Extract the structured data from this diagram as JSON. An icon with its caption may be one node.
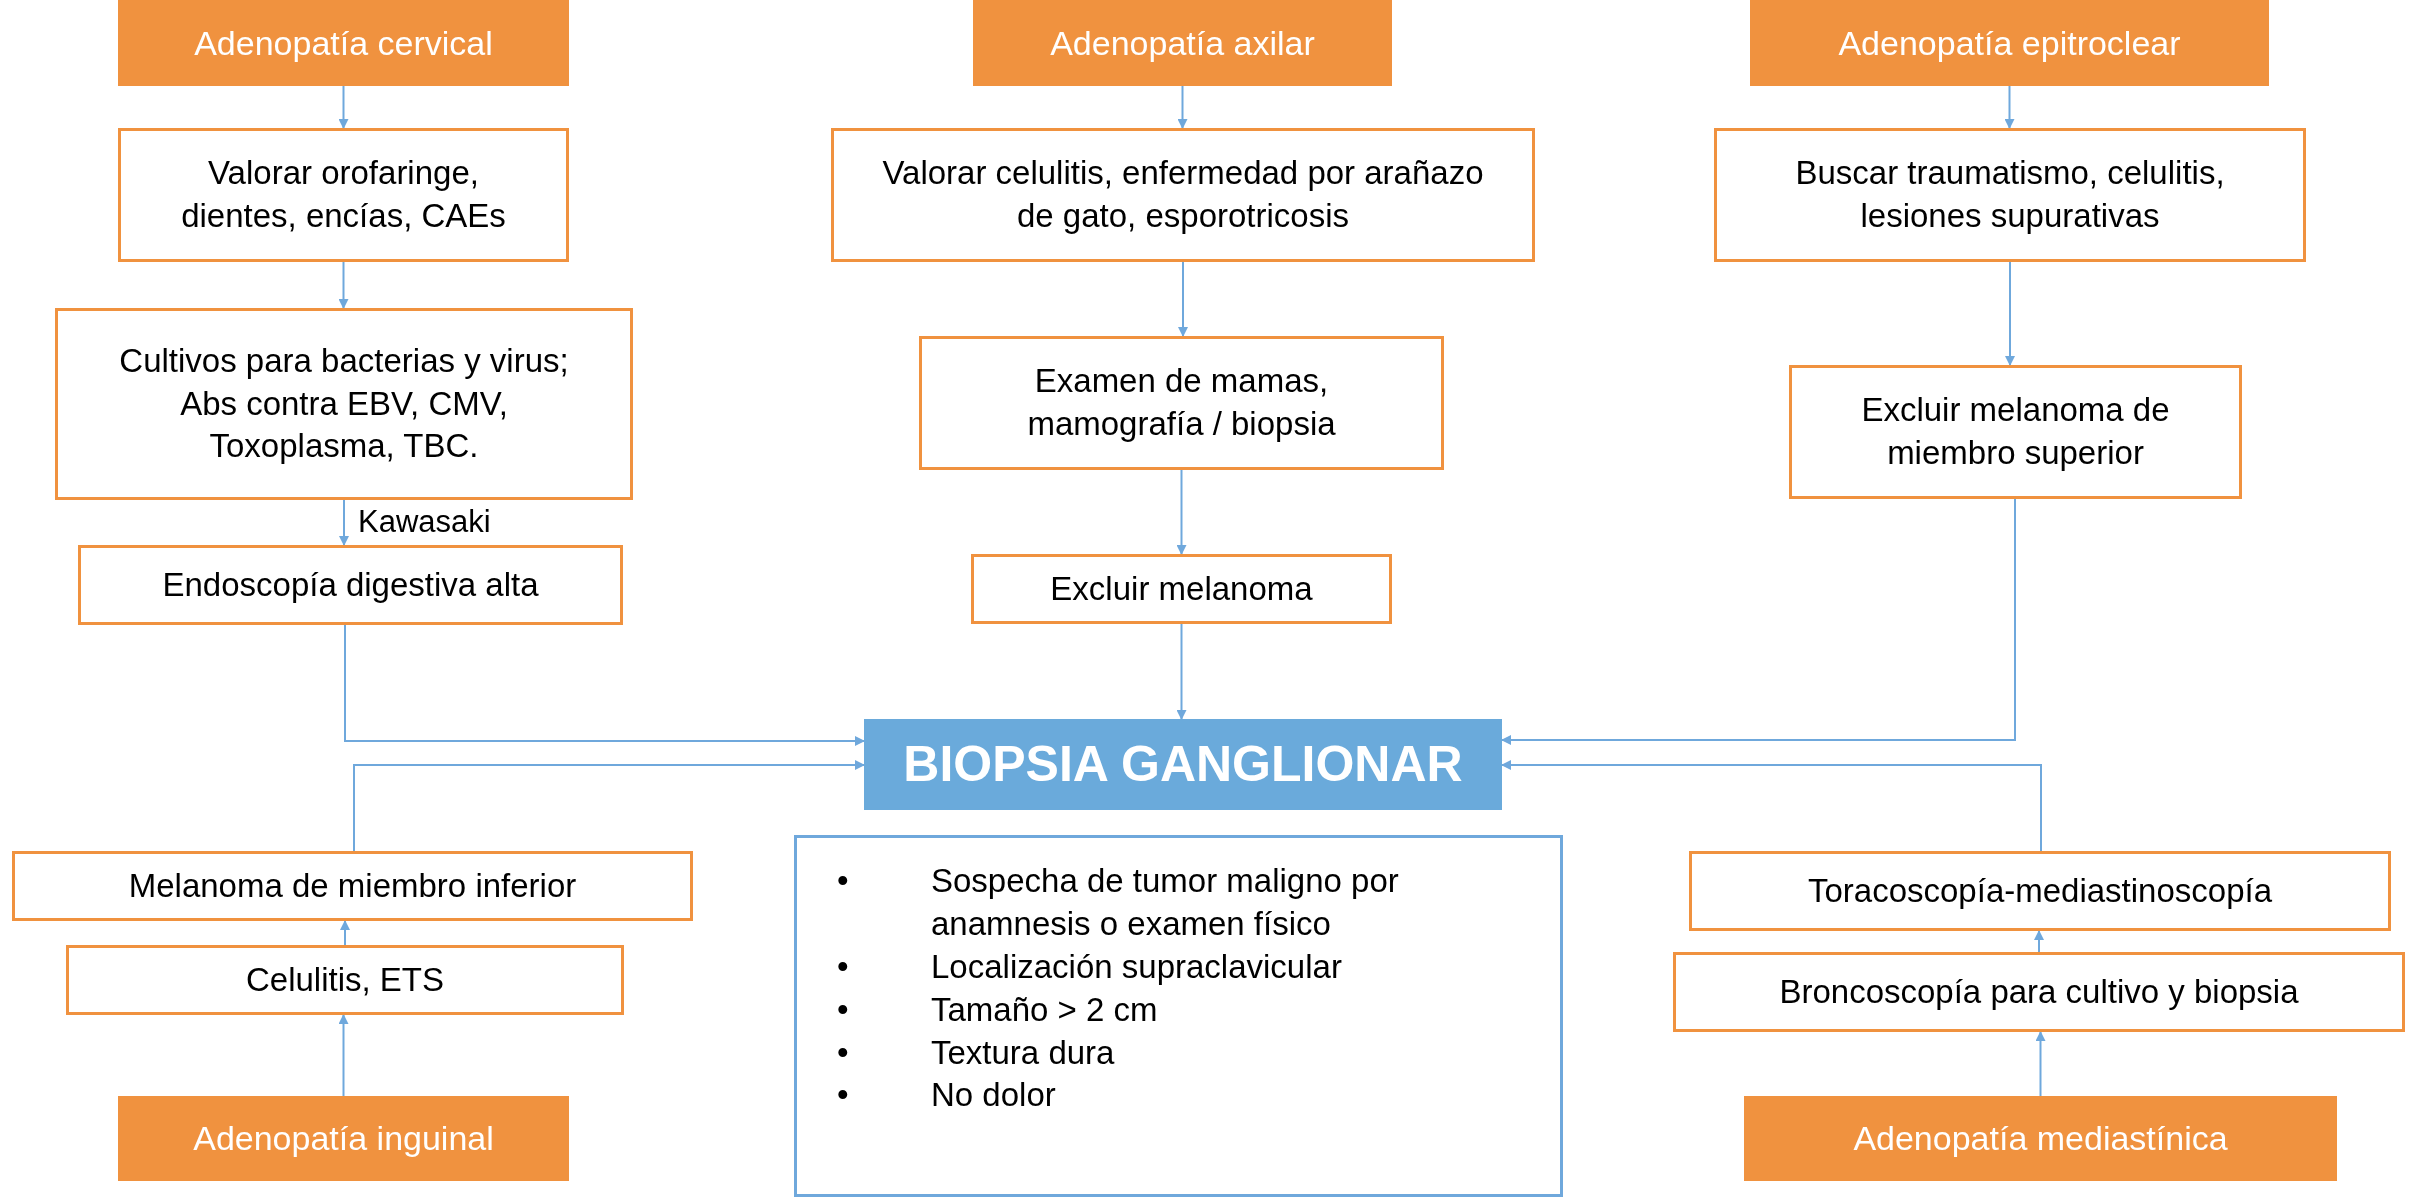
{
  "diagram": {
    "nodes": [
      {
        "text": [
          "Adenopatía cervical"
        ]
      },
      {
        "text": [
          "Valorar orofaringe, dientes, encías, CAEs"
        ]
      },
      {
        "text": [
          "Cultivos para bacterias y virus; Abs contra EBV, CMV, Toxoplasma, TBC."
        ],
        "beside": [
          "Kawasaki"
        ]
      },
      {
        "text": [
          "Endoscopía digestiva alta"
        ]
      },
      {
        "text": [
          "Adenopatía axilar"
        ]
      },
      {
        "text": [
          "Valorar celulitis, enfermedad por arañazo de gato, esporotricosis"
        ]
      },
      {
        "text": [
          "Examen de mamas, mamografía / biopsia"
        ]
      },
      {
        "text": [
          "Excluir melanoma"
        ]
      },
      {
        "text": [
          "Adenopatía epitroclear"
        ]
      },
      {
        "text": [
          "Buscar traumatismo, celulitis, lesiones supurativas"
        ]
      },
      {
        "text": [
          "Excluir melanoma de miembro superior"
        ]
      },
      {
        "text": [
          "BIOPSIA GANGLIONAR"
        ]
      },
      {
        "text": [
          "Sospecha de tumor maligno por anamnesis o examen físico",
          "Localización supraclavicular",
          "Tamaño > 2 cm",
          "Textura dura",
          "No dolor"
        ]
      },
      {
        "text": [
          "Melanoma de miembro inferior"
        ]
      },
      {
        "text": [
          "Celulitis, ETS"
        ]
      },
      {
        "text": [
          "Adenopatía inguinal"
        ]
      },
      {
        "text": [
          "Toracoscopía-mediastinoscopía"
        ]
      },
      {
        "text": [
          "Broncoscopía para cultivo y biopsia"
        ]
      },
      {
        "text": [
          "Adenopatía mediastínica"
        ]
      }
    ],
    "edges": [
      {
        "from": 0,
        "to": 1,
        "arrow": "to"
      },
      {
        "from": 1,
        "to": 2,
        "arrow": "to"
      },
      {
        "from": 2,
        "to": 3,
        "arrow": "to"
      },
      {
        "from": 3,
        "to": 11,
        "arrow": "to"
      },
      {
        "from": 4,
        "to": 5,
        "arrow": "to"
      },
      {
        "from": 5,
        "to": 6,
        "arrow": "to"
      },
      {
        "from": 6,
        "to": 7,
        "arrow": "to"
      },
      {
        "from": 7,
        "to": 11,
        "arrow": "to"
      },
      {
        "from": 8,
        "to": 9,
        "arrow": "to"
      },
      {
        "from": 9,
        "to": 10,
        "arrow": "to"
      },
      {
        "from": 10,
        "to": 11,
        "arrow": "to"
      },
      {
        "from": 15,
        "to": 14,
        "arrow": "to"
      },
      {
        "from": 14,
        "to": 13,
        "arrow": "to"
      },
      {
        "from": 13,
        "to": 11,
        "arrow": "to"
      },
      {
        "from": 18,
        "to": 17,
        "arrow": "to"
      },
      {
        "from": 17,
        "to": 16,
        "arrow": "to"
      },
      {
        "from": 16,
        "to": 11,
        "arrow": "to"
      }
    ],
    "labels": [
      "•",
      "•",
      "•",
      "•",
      "•"
    ]
  }
}
